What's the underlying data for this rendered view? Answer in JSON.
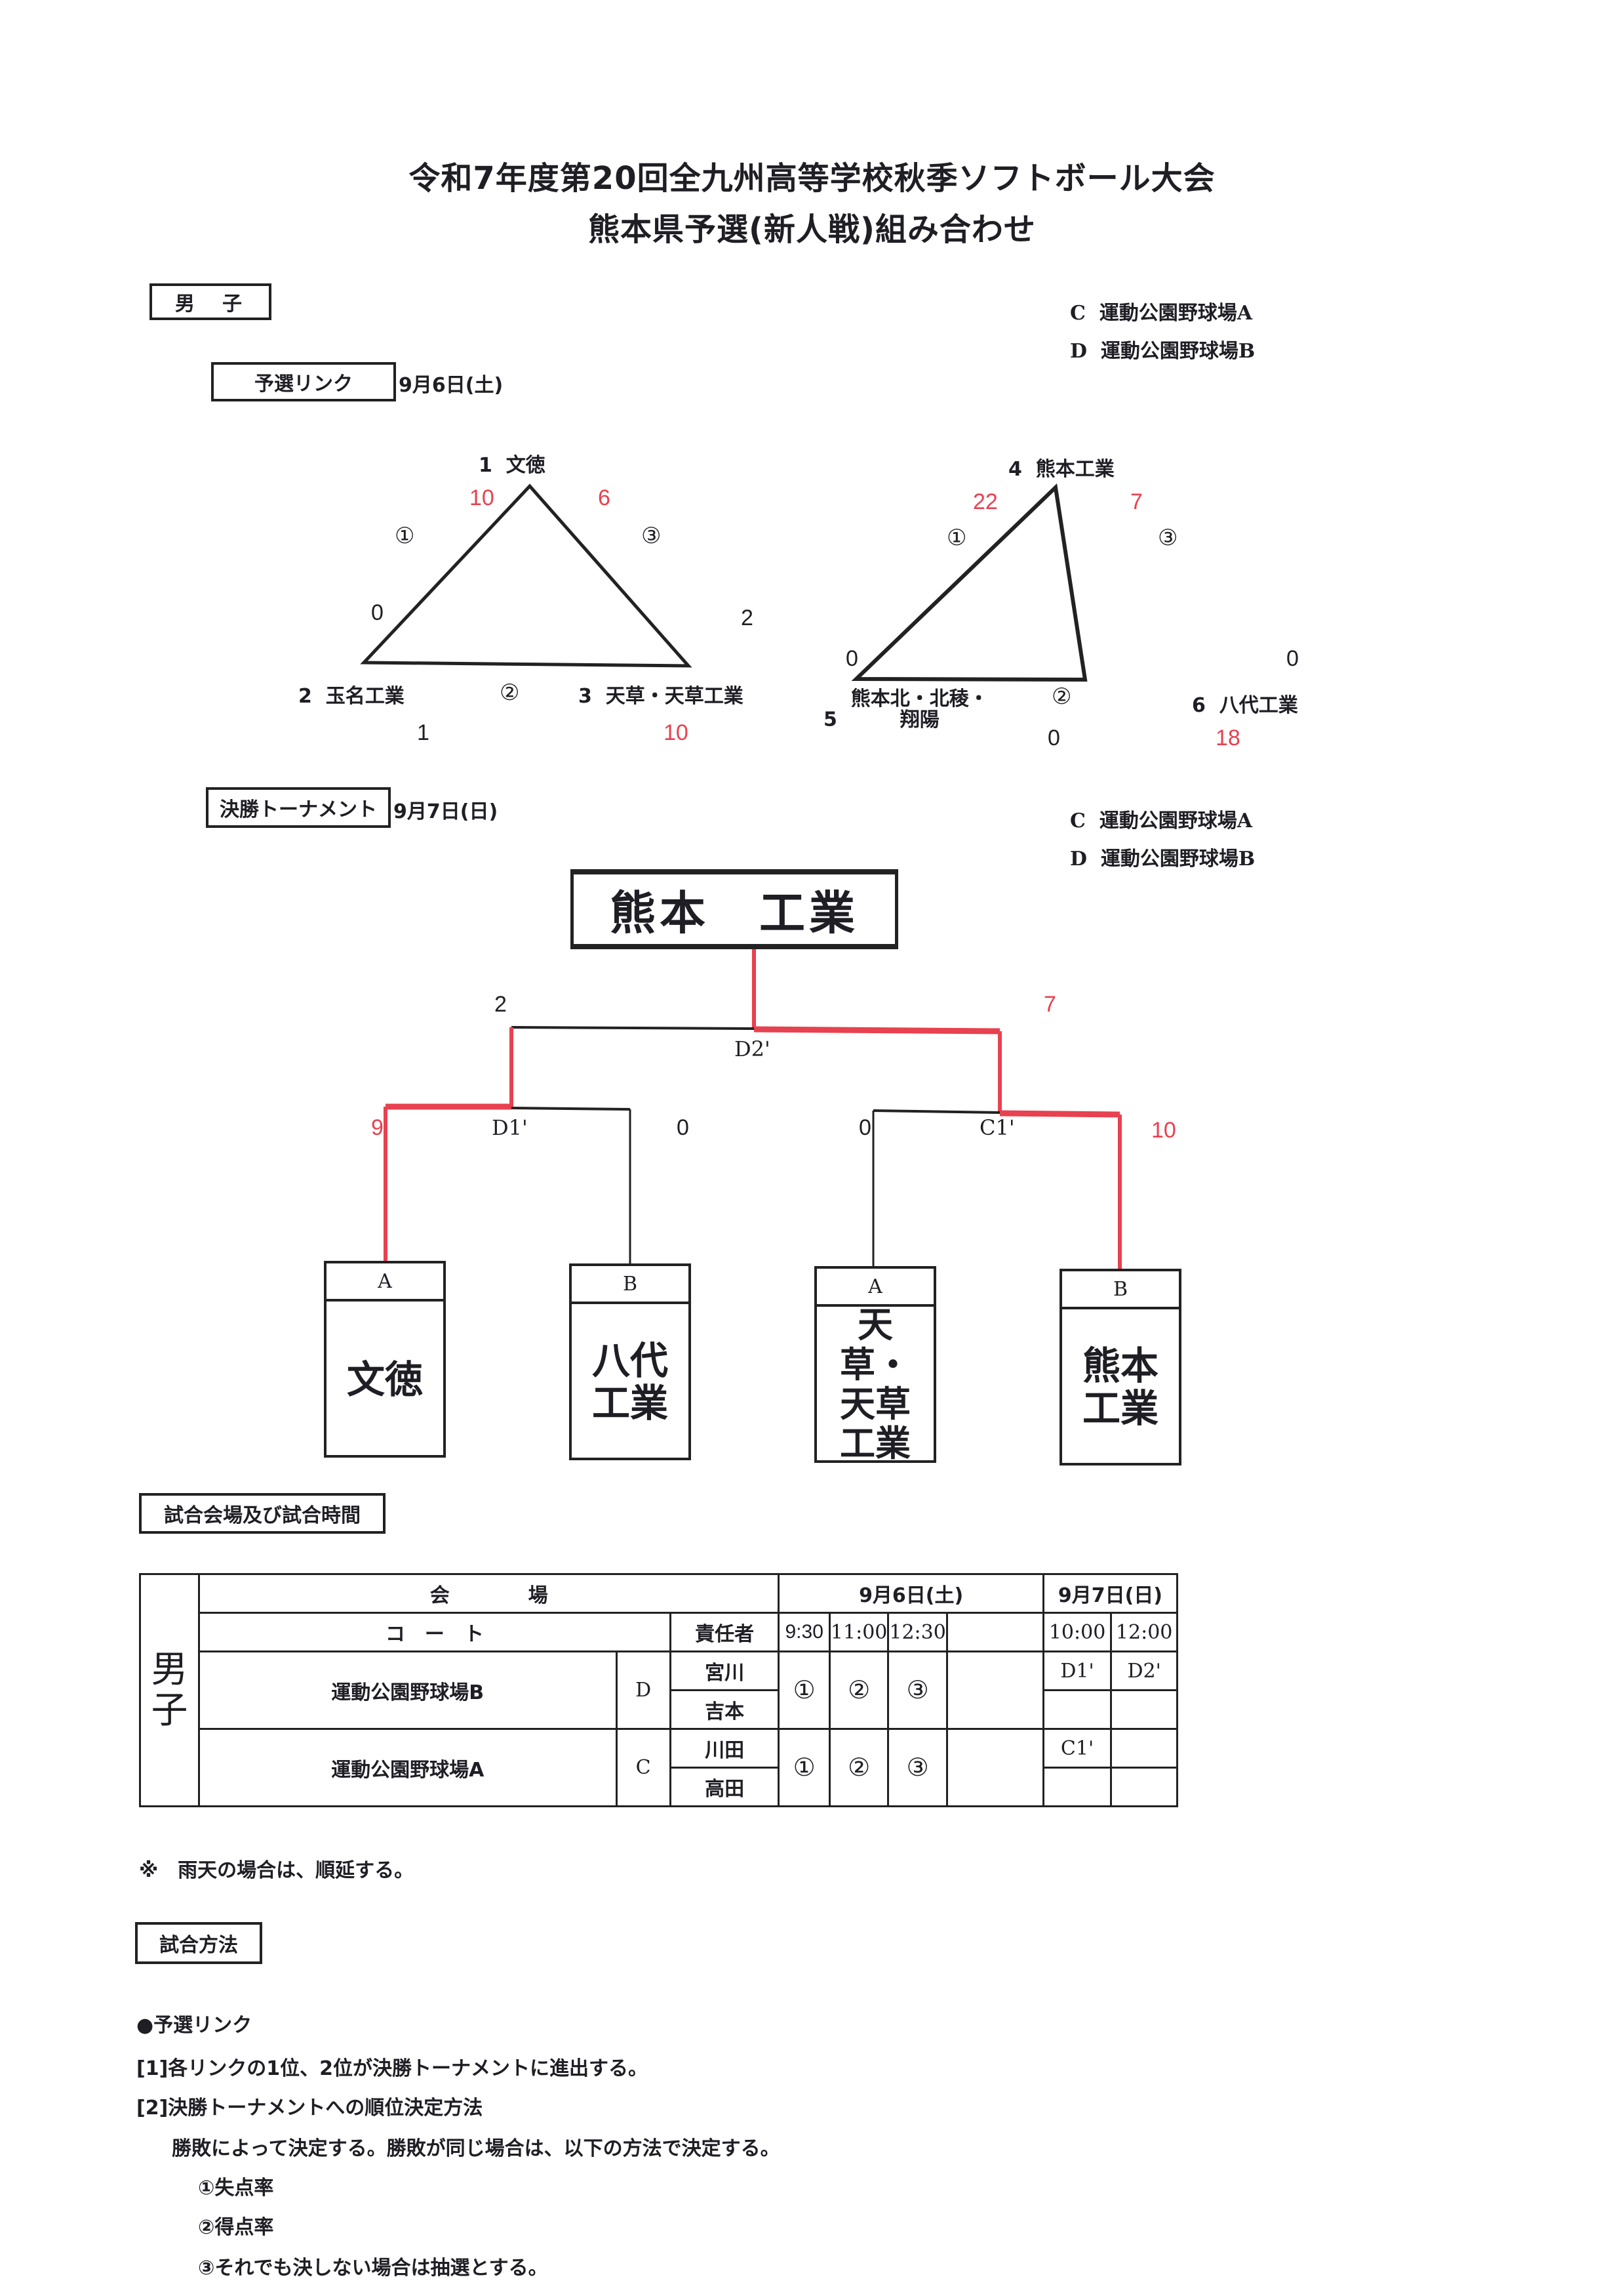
{
  "header": {
    "title_line1": "令和7年度第20回全九州高等学校秋季ソフトボール大会",
    "title_line2": "熊本県予選(新人戦)組み合わせ"
  },
  "section": {
    "gender_label": "男　子"
  },
  "venues_legend": [
    {
      "code": "C",
      "name": "運動公園野球場A"
    },
    {
      "code": "D",
      "name": "運動公園野球場B"
    }
  ],
  "preliminary": {
    "label": "予選リンク",
    "date": "9月6日(土)",
    "leagues": [
      {
        "teams": [
          {
            "no": "1",
            "name": "文徳"
          },
          {
            "no": "2",
            "name": "玉名工業"
          },
          {
            "no": "3",
            "name": "天草・天草工業"
          }
        ],
        "match_markers": [
          "①",
          "②",
          "③"
        ],
        "scores": {
          "t1_vs_t2_top": "10",
          "t1_vs_t2_bottom": "0",
          "t1_vs_t3_top": "6",
          "t1_vs_t3_bottom": "2",
          "t2_vs_t3_left": "1",
          "t2_vs_t3_right": "10"
        }
      },
      {
        "teams": [
          {
            "no": "4",
            "name": "熊本工業"
          },
          {
            "no": "5",
            "name": "熊本北・北稜・\n翔陽"
          },
          {
            "no": "6",
            "name": "八代工業"
          }
        ],
        "match_markers": [
          "①",
          "②",
          "③"
        ],
        "scores": {
          "t4_vs_t5_top": "22",
          "t4_vs_t5_bottom": "0",
          "t4_vs_t6_top": "7",
          "t4_vs_t6_bottom": "0",
          "t5_vs_t6_left": "0",
          "t5_vs_t6_right": "18"
        }
      }
    ]
  },
  "final": {
    "label": "決勝トーナメント",
    "date": "9月7日(日)",
    "champion": "熊本　工業",
    "matches": {
      "final": {
        "code": "D2'",
        "left_score": "2",
        "right_score": "7"
      },
      "semi_left": {
        "code": "D1'",
        "left_score": "9",
        "right_score": "0"
      },
      "semi_right": {
        "code": "C1'",
        "left_score": "0",
        "right_score": "10"
      }
    },
    "teams": [
      {
        "group": "A",
        "name": "文徳"
      },
      {
        "group": "B",
        "name": "八代\n工業"
      },
      {
        "group": "A",
        "name": "天草・\n天草\n工業"
      },
      {
        "group": "B",
        "name": "熊本\n工業"
      }
    ],
    "winner_color": "#e8414f"
  },
  "schedule": {
    "label": "試合会場及び試合時間",
    "gender": "男\n子",
    "venue_header": "会　　　　場",
    "court_header": "コ　ー　ト",
    "manager_header": "責任者",
    "day1": "9月6日(土)",
    "day2": "9月7日(日)",
    "day1_times": [
      "9:30",
      "11:00",
      "12:30",
      ""
    ],
    "day2_times": [
      "10:00",
      "12:00"
    ],
    "rows": [
      {
        "venue": "運動公園野球場B",
        "court": "D",
        "managers": [
          "宮川",
          "吉本"
        ],
        "day1": [
          "①",
          "②",
          "③",
          ""
        ],
        "day2_top": [
          "D1'",
          "D2'"
        ],
        "day2_bottom": [
          "",
          ""
        ]
      },
      {
        "venue": "運動公園野球場A",
        "court": "C",
        "managers": [
          "川田",
          "高田"
        ],
        "day1": [
          "①",
          "②",
          "③",
          ""
        ],
        "day2_top": [
          "C1'",
          ""
        ],
        "day2_bottom": [
          "",
          ""
        ]
      }
    ]
  },
  "notes": {
    "rain": "※　雨天の場合は、順延する。"
  },
  "method": {
    "label": "試合方法",
    "heading": "●予選リンク",
    "rule1": "[1]各リンクの1位、2位が決勝トーナメントに進出する。",
    "rule2": "[2]決勝トーナメントへの順位決定方法",
    "rule2_detail": "勝敗によって決定する。勝敗が同じ場合は、以下の方法で決定する。",
    "tiebreakers": [
      "①失点率",
      "②得点率",
      "③それでも決しない場合は抽選とする。"
    ]
  }
}
